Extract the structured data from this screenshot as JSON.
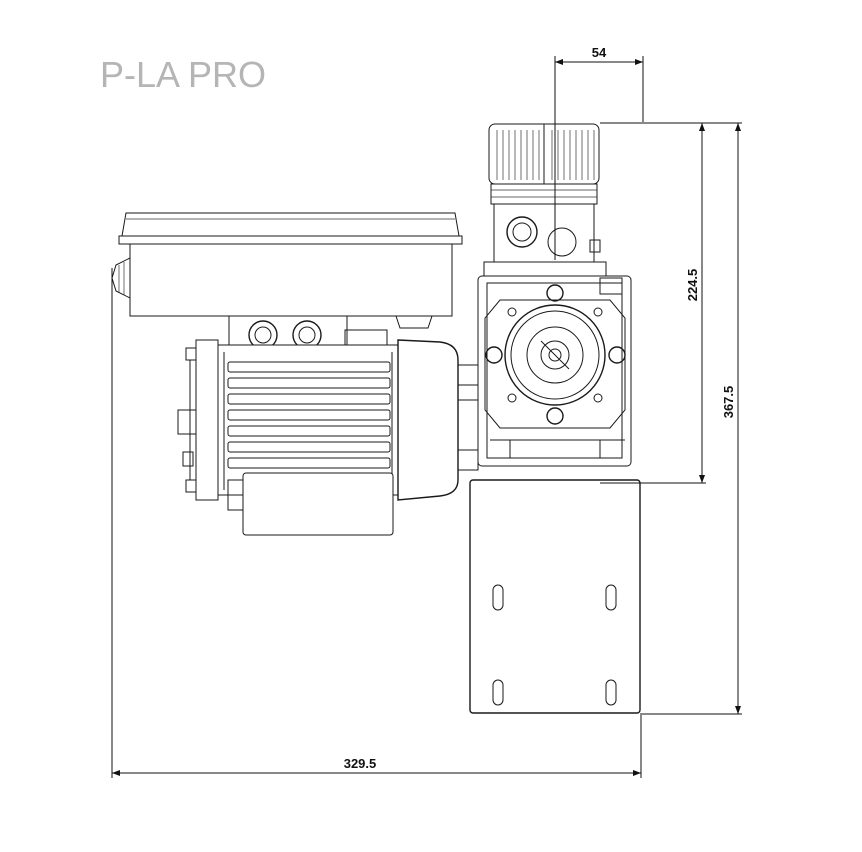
{
  "title": "P-LA PRO",
  "dimensions": {
    "top_width": "54",
    "gearbox_height": "224.5",
    "total_height": "367.5",
    "total_width": "329.5"
  }
}
